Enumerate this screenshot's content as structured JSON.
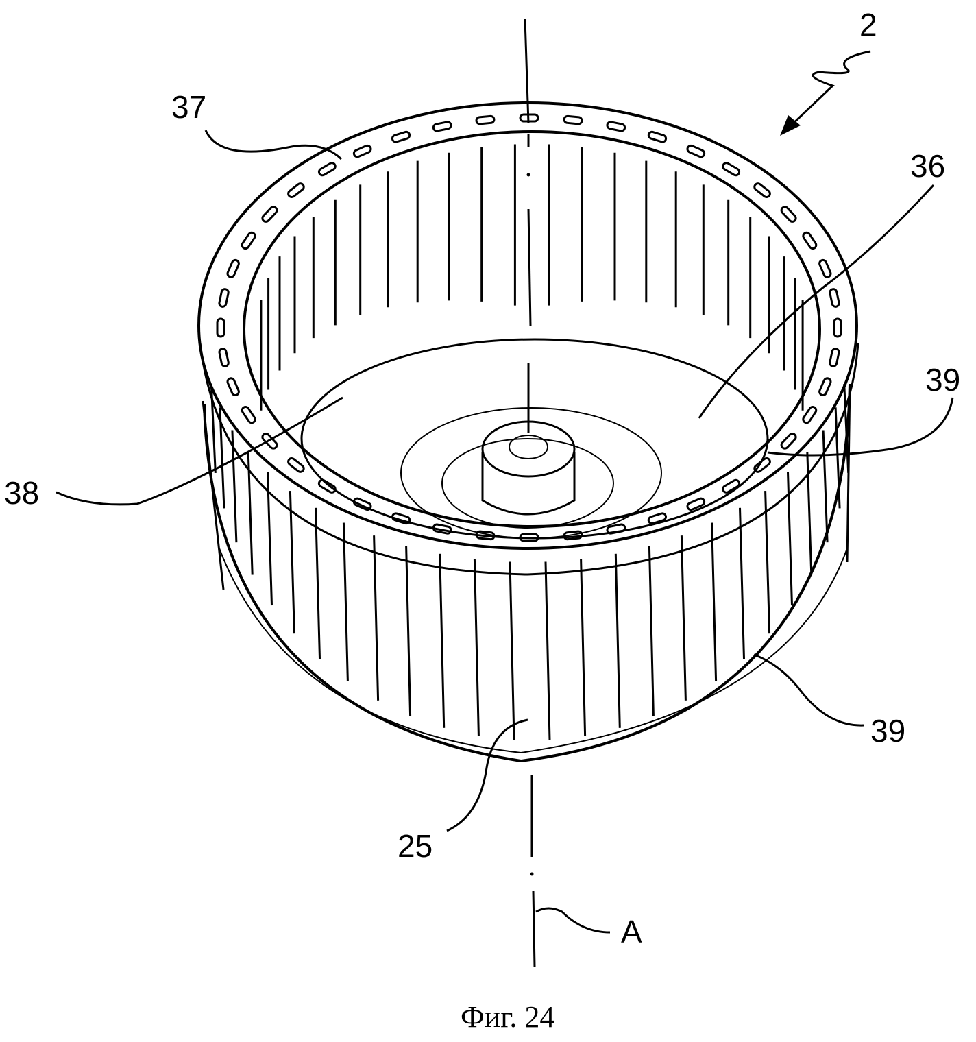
{
  "figure": {
    "caption": "Фиг. 24",
    "labels": {
      "impeller": "2",
      "outer_ring": "37",
      "hub_disk": "36",
      "ring_opening_left": "38",
      "ring_opening_right": "39",
      "ring_opening_bottom": "39",
      "blade": "25",
      "axis": "A"
    },
    "colors": {
      "ink": "#000000",
      "paper": "#ffffff"
    }
  }
}
